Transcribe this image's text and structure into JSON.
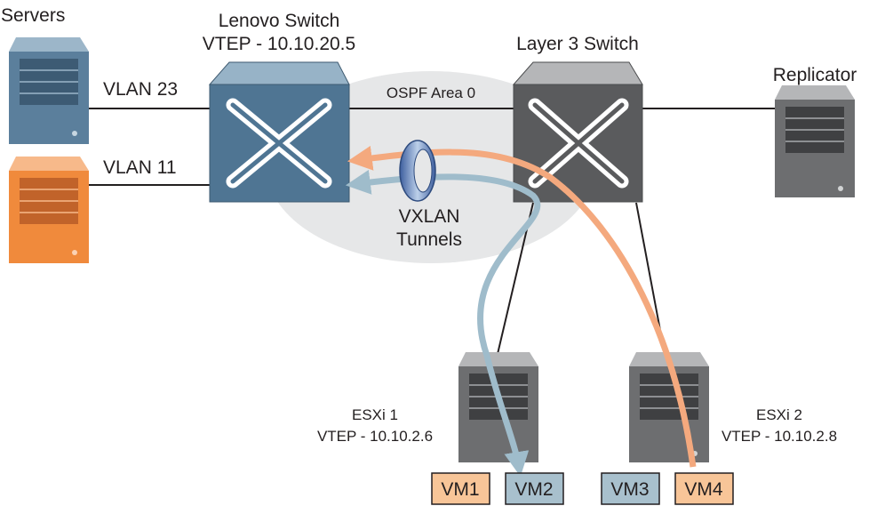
{
  "labels": {
    "servers": "Servers",
    "lenovo_switch": "Lenovo Switch",
    "lenovo_vtep": "VTEP - 10.10.20.5",
    "layer3_switch": "Layer 3 Switch",
    "replicator": "Replicator",
    "vlan23": "VLAN 23",
    "vlan11": "VLAN 11",
    "ospf": "OSPF Area 0",
    "vxlan": "VXLAN",
    "tunnels": "Tunnels",
    "esxi1": "ESXi 1",
    "esxi1_vtep": "VTEP - 10.10.2.6",
    "esxi2": "ESXi 2",
    "esxi2_vtep": "VTEP - 10.10.2.8"
  },
  "vms": [
    "VM1",
    "VM2",
    "VM3",
    "VM4"
  ],
  "colors": {
    "lenovo_switch": "#4f7593",
    "layer3_switch": "#5a5b5d",
    "blue_server": "#5b7f9c",
    "orange_server": "#f08a3c",
    "gray_server": "#6d6e70",
    "tunnel_orange": "#f4a97e",
    "tunnel_blue": "#9fbccb",
    "vm_orange": "#f8c598",
    "vm_blue": "#a8c0cd",
    "ospf_area": "#e6e7e8"
  }
}
